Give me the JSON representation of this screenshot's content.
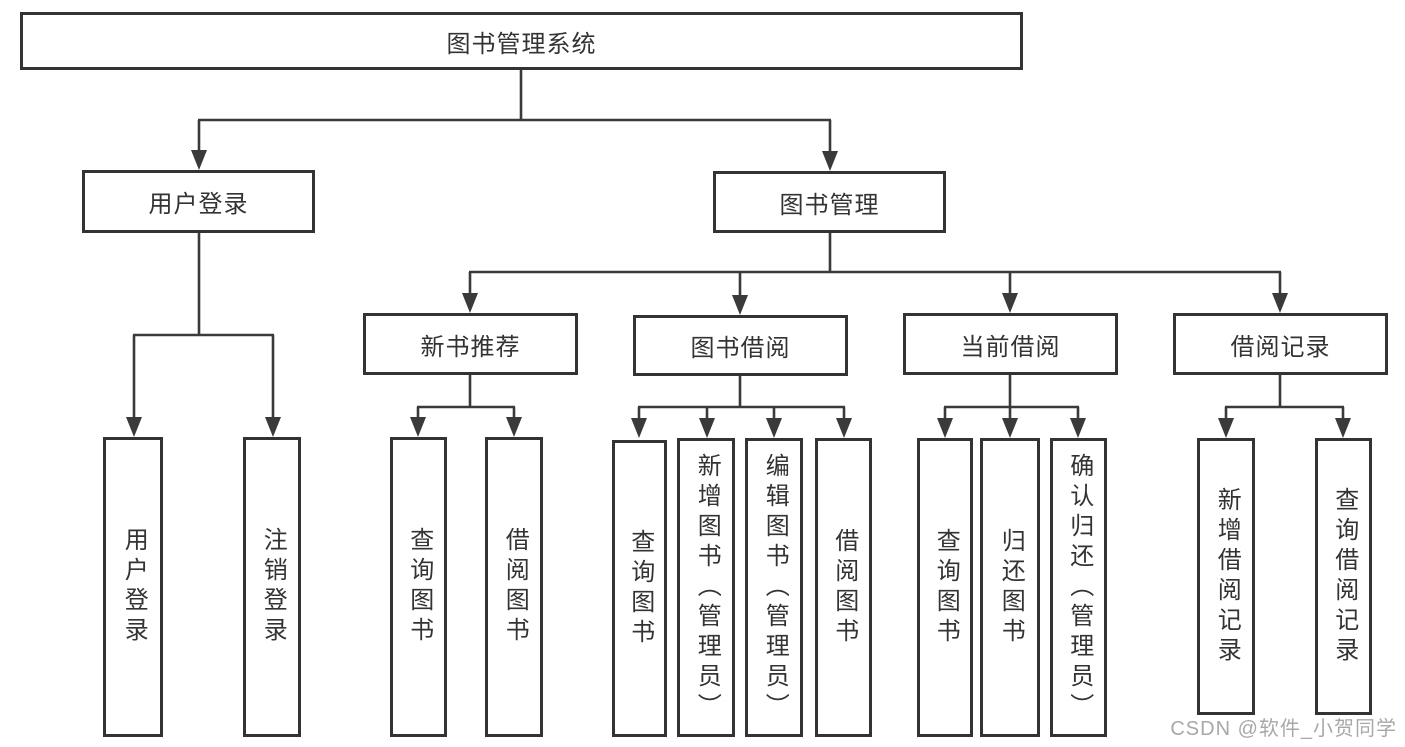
{
  "colors": {
    "line": "#3a3a3a",
    "box_border": "#333333",
    "text": "#333333",
    "background": "#ffffff",
    "watermark": "#a8a8a8"
  },
  "watermark": {
    "text": "CSDN @软件_小贺同学"
  },
  "nodes": {
    "root": {
      "label": "图书管理系统"
    },
    "user_login": {
      "label": "用户登录"
    },
    "book_mgmt": {
      "label": "图书管理"
    },
    "new_book_rec": {
      "label": "新书推荐"
    },
    "book_borrow": {
      "label": "图书借阅"
    },
    "current_borrow": {
      "label": "当前借阅"
    },
    "borrow_records": {
      "label": "借阅记录"
    },
    "leaf_user_login": {
      "label": "用户登录"
    },
    "leaf_logout": {
      "label": "注销登录"
    },
    "leaf_nbr_query": {
      "label": "查询图书"
    },
    "leaf_nbr_borrow": {
      "label": "借阅图书"
    },
    "leaf_bb_query": {
      "label": "查询图书"
    },
    "leaf_bb_add": {
      "label": "新增图书（管理员）"
    },
    "leaf_bb_edit": {
      "label": "编辑图书（管理员）"
    },
    "leaf_bb_borrow": {
      "label": "借阅图书"
    },
    "leaf_cb_query": {
      "label": "查询图书"
    },
    "leaf_cb_return": {
      "label": "归还图书"
    },
    "leaf_cb_confirm": {
      "label": "确认归还（管理员）"
    },
    "leaf_br_add": {
      "label": "新增借阅记录"
    },
    "leaf_br_query": {
      "label": "查询借阅记录"
    }
  }
}
